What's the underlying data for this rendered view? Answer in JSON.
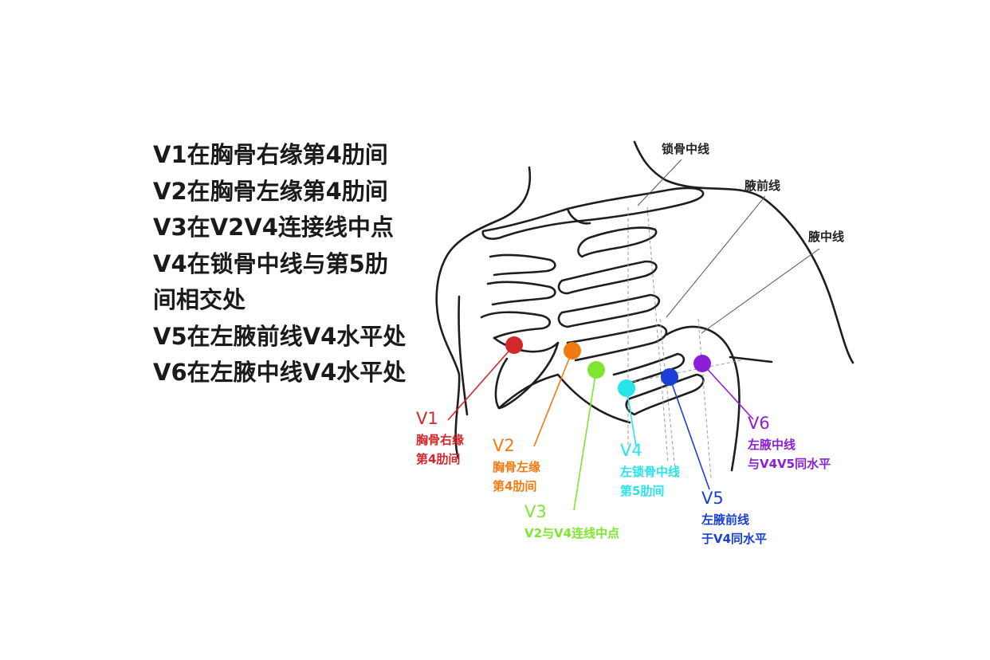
{
  "instructions": [
    "V1在胸骨右缘第4肋间",
    "V2在胸骨左缘第4肋间",
    "V3在V2V4连接线中点",
    "V4在锁骨中线与第5肋",
    "间相交处",
    "V5在左腋前线V4水平处",
    "V6在左腋中线V4水平处"
  ],
  "reference_lines": {
    "midclavicular": "锁骨中线",
    "anterior_axillary": "腋前线",
    "mid_axillary": "腋中线"
  },
  "leads": {
    "V1": {
      "label": "V1",
      "desc": [
        "胸骨右缘",
        "第4肋间"
      ],
      "color": "#d2272b"
    },
    "V2": {
      "label": "V2",
      "desc": [
        "胸骨左缘",
        "第4肋间"
      ],
      "color": "#f27a12"
    },
    "V3": {
      "label": "V3",
      "desc": [
        "V2与V4连线中点"
      ],
      "color": "#7ee62e"
    },
    "V4": {
      "label": "V4",
      "desc": [
        "左锁骨中线",
        "第5肋间"
      ],
      "color": "#27e3ea"
    },
    "V5": {
      "label": "V5",
      "desc": [
        "左腋前线",
        "于V4同水平"
      ],
      "color": "#1a3fd6"
    },
    "V6": {
      "label": "V6",
      "desc": [
        "左腋中线",
        "与V4V5同水平"
      ],
      "color": "#8a1fd6"
    }
  }
}
